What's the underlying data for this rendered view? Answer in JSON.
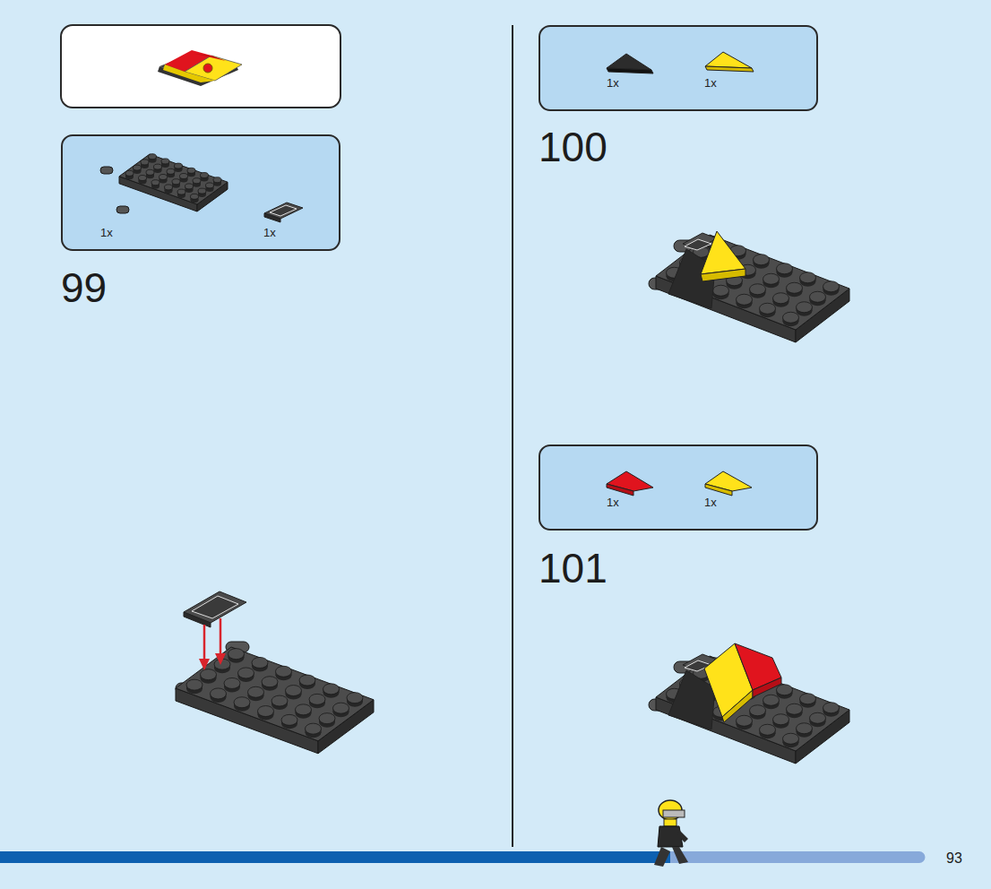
{
  "diagram": {
    "nodes": [
      {
        "text": [
          "1x",
          "1x"
        ]
      },
      {
        "text": [
          "1x",
          "1x"
        ]
      },
      {
        "text": [
          "1x",
          "1x"
        ]
      }
    ],
    "labels": [
      "99",
      "100",
      "101",
      "93"
    ]
  }
}
